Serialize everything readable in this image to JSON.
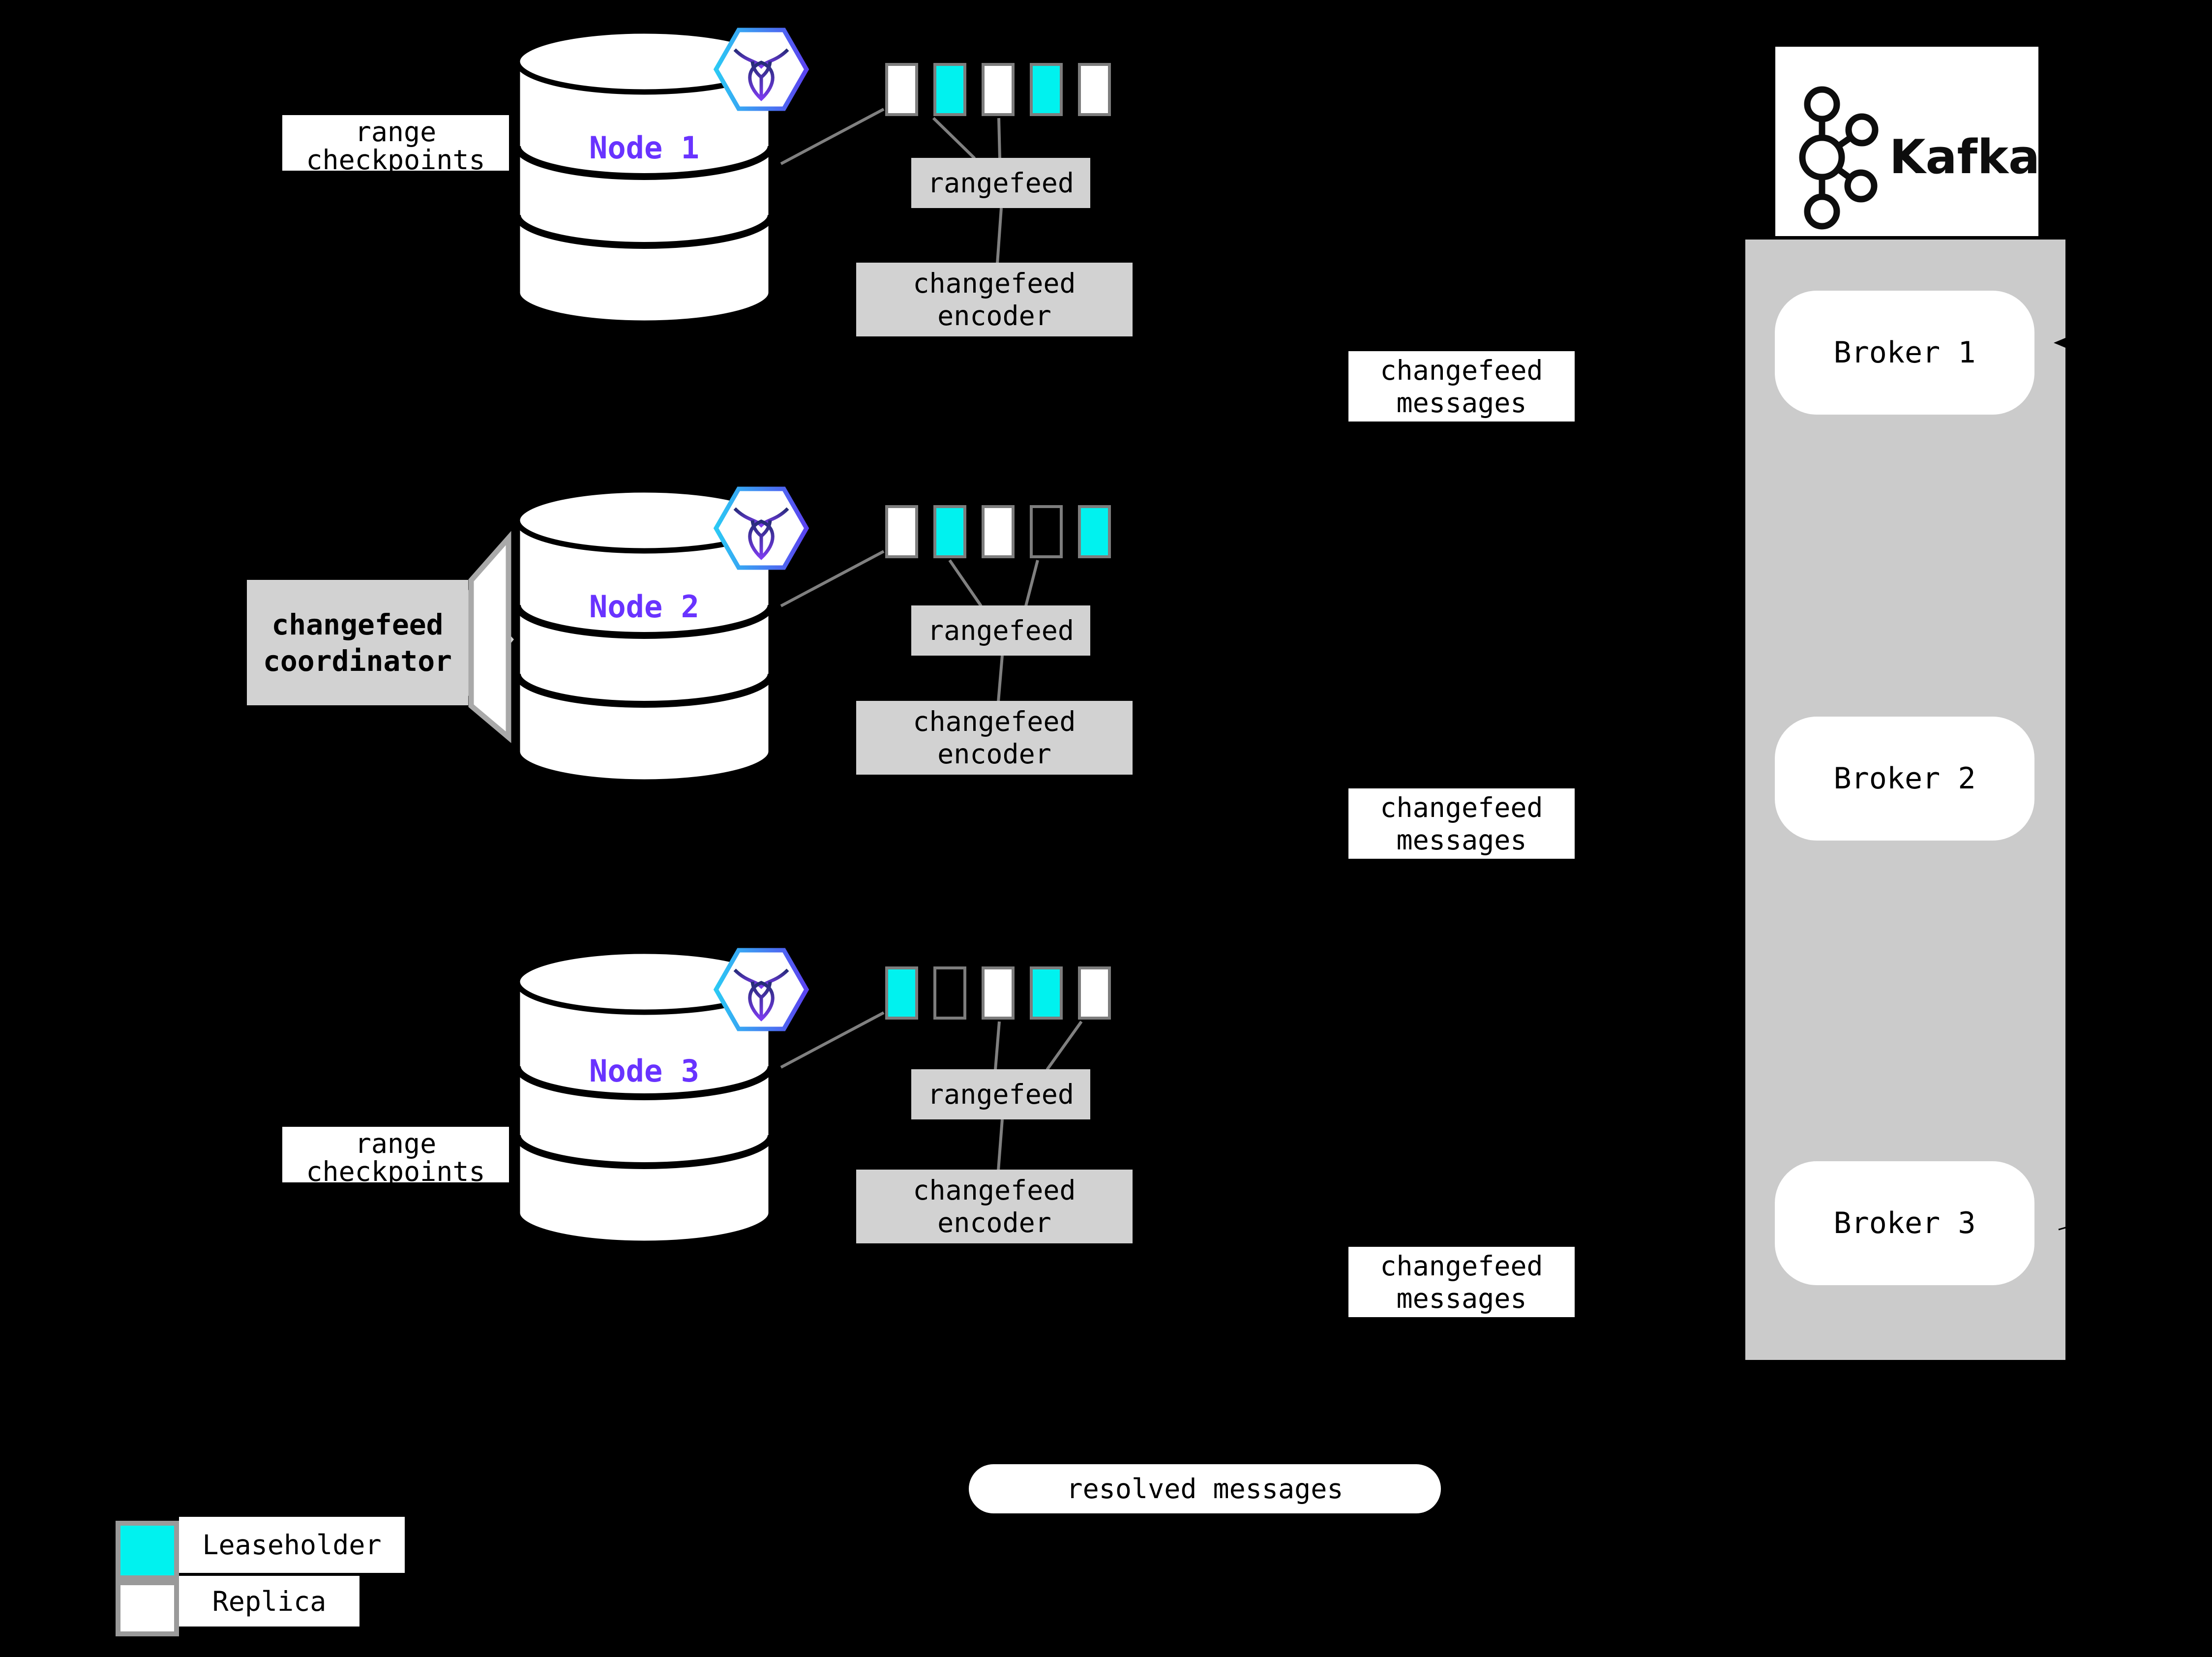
{
  "colors": {
    "background": "#000000",
    "leaseholder": "#00f2ef",
    "replica": "#ffffff",
    "node_label": "#6933ff",
    "kafka_panel": "#cbcbcb",
    "process_box": "#d2d2d2",
    "connector_line": "#808080"
  },
  "labels": {
    "range_checkpoints_line1": "range",
    "range_checkpoints_line2": "checkpoints",
    "changefeed_messages_line1": "changefeed",
    "changefeed_messages_line2": "messages",
    "rangefeed": "rangefeed",
    "encoder_line1": "changefeed",
    "encoder_line2": "encoder",
    "coordinator_line1": "changefeed",
    "coordinator_line2": "coordinator",
    "resolved": "resolved messages"
  },
  "nodes": [
    {
      "label": "Node 1",
      "ranges": [
        "replica",
        "leaseholder",
        "replica",
        "leaseholder",
        "replica"
      ]
    },
    {
      "label": "Node 2",
      "ranges": [
        "replica",
        "leaseholder",
        "replica",
        "empty",
        "leaseholder"
      ]
    },
    {
      "label": "Node 3",
      "ranges": [
        "leaseholder",
        "empty",
        "replica",
        "leaseholder",
        "replica"
      ]
    }
  ],
  "kafka": {
    "wordmark": "Kafka",
    "brokers": [
      "Broker 1",
      "Broker 2",
      "Broker 3"
    ]
  },
  "legend": {
    "leaseholder": "Leaseholder",
    "replica": "Replica"
  }
}
